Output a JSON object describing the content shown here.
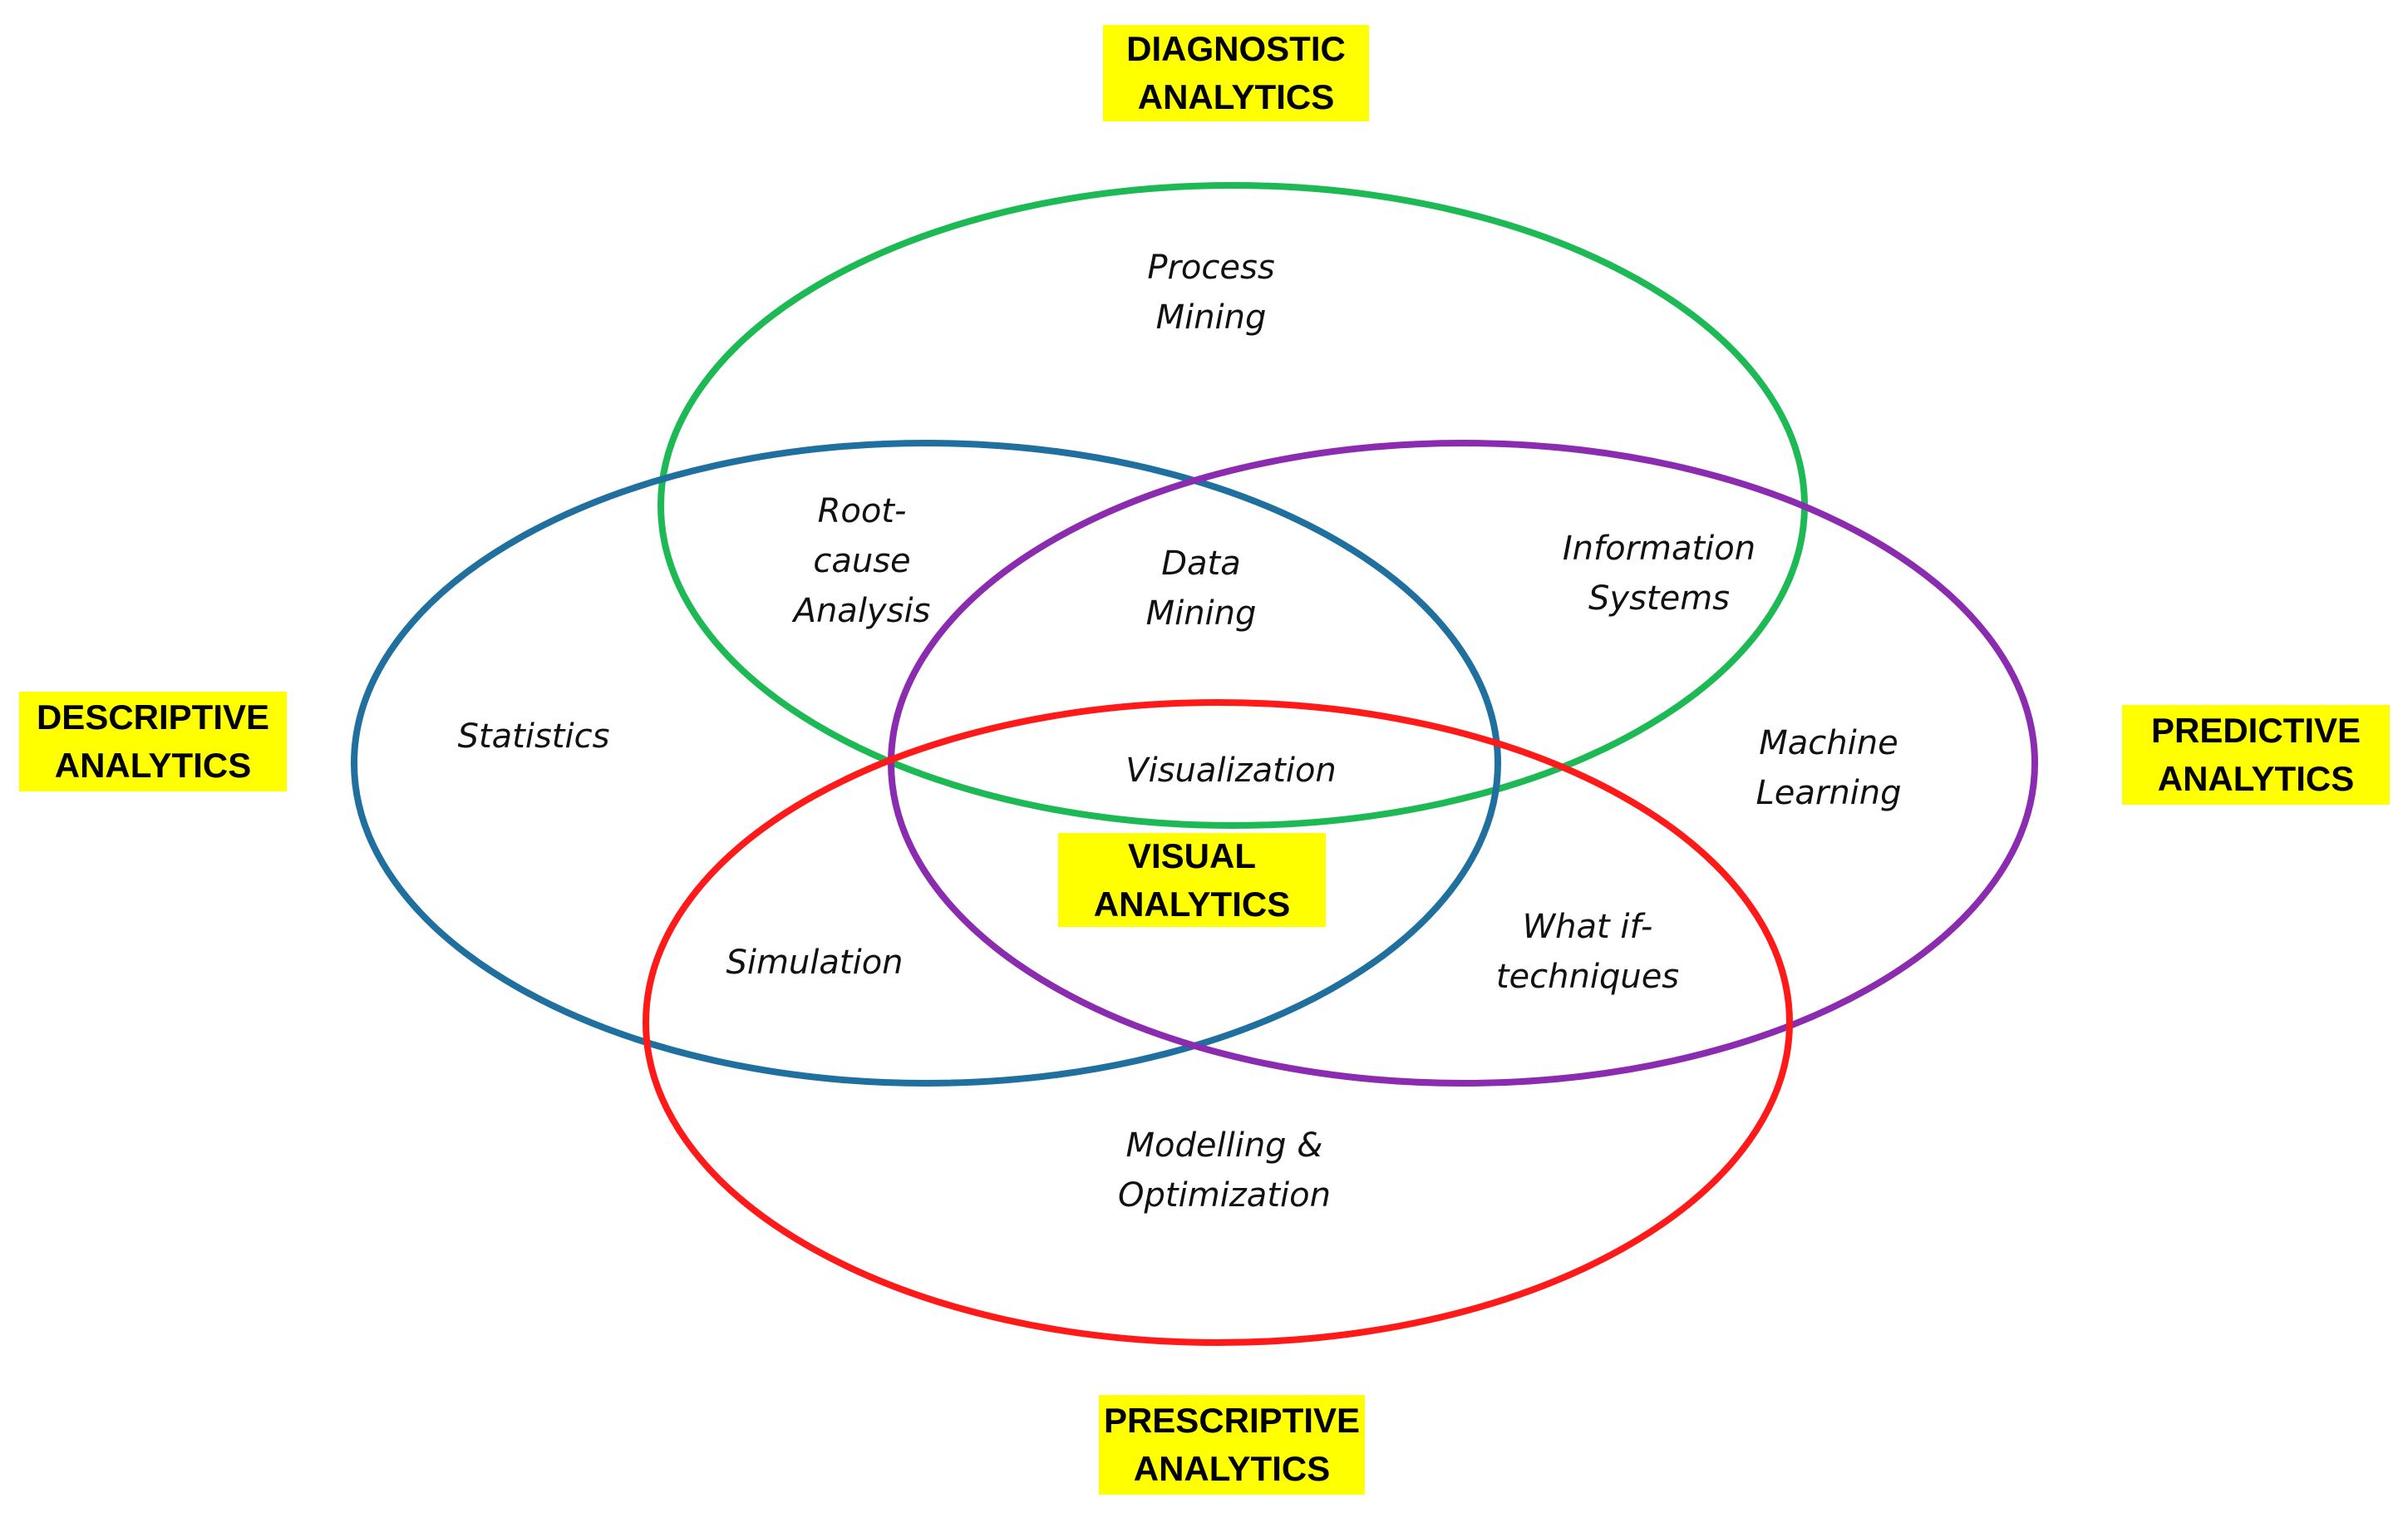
{
  "colors": {
    "label_background": "#ffff00",
    "diagnostic_ring": "#1db954",
    "descriptive_ring": "#1f6f9f",
    "predictive_ring": "#8a2bb0",
    "prescriptive_ring": "#ff1a1a"
  },
  "categories": {
    "diagnostic": [
      "DIAGNOSTIC",
      "ANALYTICS"
    ],
    "descriptive": [
      "DESCRIPTIVE",
      "ANALYTICS"
    ],
    "predictive": [
      "PREDICTIVE",
      "ANALYTICS"
    ],
    "prescriptive": [
      "PRESCRIPTIVE",
      "ANALYTICS"
    ],
    "visual": [
      "VISUAL",
      "ANALYTICS"
    ]
  },
  "terms": {
    "process_mining": [
      "Process",
      "Mining"
    ],
    "root_cause_analysis": [
      "Root-",
      "cause",
      "Analysis"
    ],
    "data_mining": [
      "Data",
      "Mining"
    ],
    "information_systems": [
      "Information",
      "Systems"
    ],
    "statistics": [
      "Statistics"
    ],
    "visualization": [
      "Visualization"
    ],
    "machine_learning": [
      "Machine",
      "Learning"
    ],
    "simulation": [
      "Simulation"
    ],
    "what_if_techniques": [
      "What if-",
      "techniques"
    ],
    "modelling_optimization": [
      "Modelling &",
      "Optimization"
    ]
  }
}
